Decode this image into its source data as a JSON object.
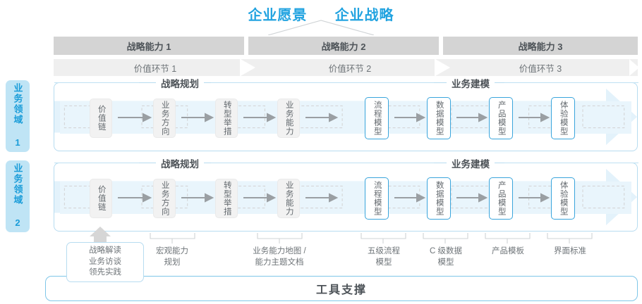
{
  "header": {
    "vision": "企业愿景",
    "strategy": "企业战略"
  },
  "capability_band": {
    "cells": [
      {
        "label": "战略能力 1"
      },
      {
        "label": "战略能力 2"
      },
      {
        "label": "战略能力 3"
      }
    ]
  },
  "value_band": {
    "cells": [
      {
        "label": "价值环节 1"
      },
      {
        "label": "价值环节 2"
      },
      {
        "label": "价值环节 3"
      }
    ]
  },
  "domains": [
    {
      "label": "业务领域 1"
    },
    {
      "label": "业务领域 2"
    }
  ],
  "sections": {
    "planning_title": "战略规划",
    "modeling_title": "业务建模"
  },
  "row1": {
    "planning_nodes": [
      {
        "label": "价值链"
      },
      {
        "label": "业务方向"
      },
      {
        "label": "转型举措"
      },
      {
        "label": "业务能力"
      }
    ],
    "modeling_nodes": [
      {
        "label": "流程模型"
      },
      {
        "label": "数据模型"
      },
      {
        "label": "产品模型"
      },
      {
        "label": "体验模型"
      }
    ]
  },
  "row2": {
    "planning_nodes": [
      {
        "label": "价值链"
      },
      {
        "label": "业务方向"
      },
      {
        "label": "转型举措"
      },
      {
        "label": "业务能力"
      }
    ],
    "modeling_nodes": [
      {
        "label": "流程模型"
      },
      {
        "label": "数据模型"
      },
      {
        "label": "产品模型"
      },
      {
        "label": "体验模型"
      }
    ]
  },
  "bottom_labels": [
    {
      "label": "战略解读\n业务访谈\n领先实践",
      "boxed": true
    },
    {
      "label": "宏观能力\n规划",
      "boxed": false
    },
    {
      "label": "业务能力地图 /\n能力主题文档",
      "boxed": false
    },
    {
      "label": "五级流程\n模型",
      "boxed": false
    },
    {
      "label": "C 级数据\n模型",
      "boxed": false
    },
    {
      "label": "产品模板",
      "boxed": false
    },
    {
      "label": "界面标准",
      "boxed": false
    }
  ],
  "footer": {
    "tool_support": "工具支撑"
  },
  "colors": {
    "accent_blue": "#22a3e0",
    "node_blue_border": "#3aa5dc",
    "domain_bg": "#bfe4f5",
    "band_dark": "#d4d4d4",
    "band_light": "#efefef",
    "strip_blue": "#e9f5fc",
    "text_gray": "#5b6166"
  }
}
